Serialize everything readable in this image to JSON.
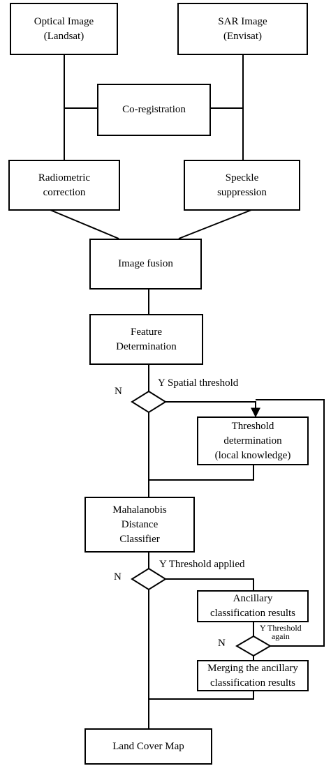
{
  "nodes": {
    "optical": "Optical Image\n(Landsat)",
    "sar": "SAR Image\n(Envisat)",
    "coreg": "Co-registration",
    "radiometric": "Radiometric\ncorrection",
    "speckle": "Speckle\nsuppression",
    "fusion": "Image fusion",
    "feature": "Feature\nDetermination",
    "threshold_det": "Threshold\ndetermination\n(local knowledge)",
    "mahalanobis": "Mahalanobis\nDistance\nClassifier",
    "ancillary": "Ancillary\nclassification results",
    "merging": "Merging the ancillary\nclassification results",
    "landcover": "Land Cover Map"
  },
  "decisions": {
    "spatial": {
      "yes": "Y Spatial threshold",
      "no": "N"
    },
    "applied": {
      "yes": "Y Threshold applied",
      "no": "N"
    },
    "again": {
      "yes": "Y Threshold\nagain",
      "no": "N"
    }
  }
}
